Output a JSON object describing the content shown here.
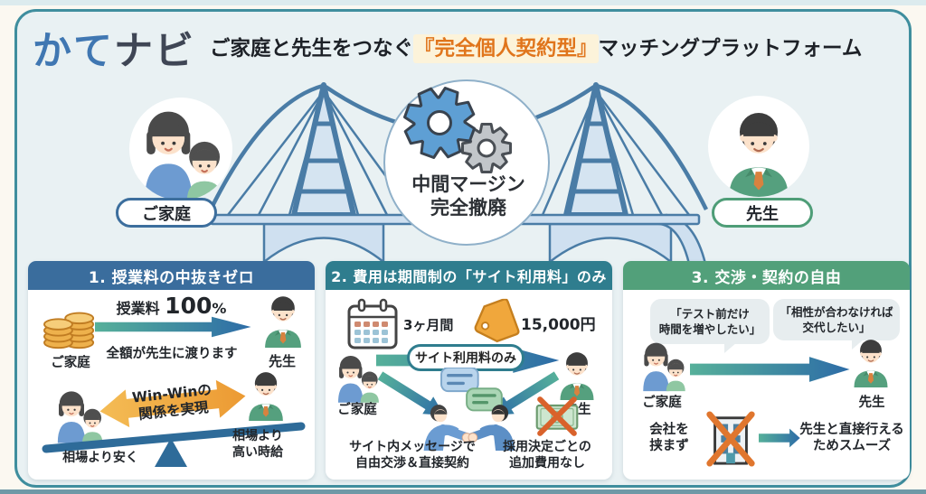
{
  "colors": {
    "accent_teal": "#3f8e9e",
    "panel1_header": "#3a6d9d",
    "panel2_header": "#2f7d8e",
    "panel3_header": "#52a07a",
    "highlight_orange": "#e0751c",
    "logo_blue": "#4077b2",
    "logo_dark": "#3f4655",
    "arrow_gradient": [
      "#56b09a",
      "#2d6ca7"
    ],
    "winwin_gold": "#eea63e",
    "background": "#e9f1f3"
  },
  "header": {
    "logo_kate": "かて",
    "logo_navi": "ナビ",
    "title_pre": "ご家庭と先生をつなぐ",
    "title_highlight": "『完全個人契約型』",
    "title_post": "マッチングプラットフォーム"
  },
  "bridge": {
    "family_label": "ご家庭",
    "teacher_label": "先生",
    "center_line1": "中間マージン",
    "center_line2": "完全撤廃"
  },
  "cards": {
    "card1": {
      "title": "1. 授業料の中抜きゼロ",
      "tuition_label": "授業料 ",
      "tuition_value": "100",
      "tuition_unit": "%",
      "arrow_sub": "全額が先生に渡ります",
      "family_label": "ご家庭",
      "teacher_label": "先生",
      "winwin_line1": "Win-Winの",
      "winwin_line2": "関係を実現",
      "seesaw_left": "相場より安く",
      "seesaw_right1": "相場より",
      "seesaw_right2": "高い時給"
    },
    "card2": {
      "title": "2. 費用は期間制の「サイト利用料」のみ",
      "period": "3ヶ月間",
      "price": "15,000円",
      "family_label": "ご家庭",
      "teacher_label": "先生",
      "pill": "サイト利用料のみ",
      "msg1": "サイト内メッセージで",
      "msg2": "自由交渉＆直接契約",
      "fee1": "採用決定ごとの",
      "fee2": "追加費用なし"
    },
    "card3": {
      "title": "3. 交渉・契約の自由",
      "bubble1a": "「テスト前だけ",
      "bubble1b": "時間を増やしたい」",
      "bubble2a": "「相性が合わなければ",
      "bubble2b": "交代したい」",
      "family_label": "ご家庭",
      "teacher_label": "先生",
      "nocorp1": "会社を",
      "nocorp2": "挟まず",
      "direct1": "先生と直接行える",
      "direct2": "ためスムーズ"
    }
  }
}
